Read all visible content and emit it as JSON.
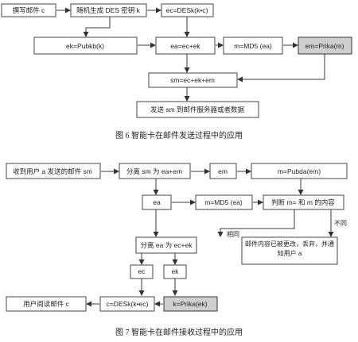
{
  "figure6": {
    "caption": "图 6   智能卡在邮件发送过程中的应用",
    "nodes": {
      "write_mail": "撰写邮件 c",
      "gen_key": "随机生成 DES 密钥 k",
      "ec": "ec=DESk(k•c)",
      "ek": "ek=Pubkb(k)",
      "ea": "ea=ec+ek",
      "m": "m=MD5 (ea)",
      "em": "em=Prika(m)",
      "sm": "sm=ec+ek+em",
      "send": "发送 sm 到邮件服务器或者数据"
    }
  },
  "figure7": {
    "caption": "图 7   智能卡在邮件接收过程中的应用",
    "nodes": {
      "receive": "收到用户 a 发送的邮件 sm",
      "split_sm": "分离 sm 为 ea+em",
      "em": "em",
      "m_pub": "m=Pubda(em)",
      "ea": "ea",
      "m_md5": "m=MD5 (ea)",
      "judge": "判断 m= 和 m 的内容",
      "split_ea": "分离 ea 为 ec+ek",
      "changed": "邮件内容已被更改，丢弃，并通知用户 a",
      "ec": "ec",
      "ek": "ek",
      "read": "用户阅读邮件 c",
      "c_des": "c=DESk(k•ec)",
      "k_pri": "k=Prika(ek)"
    },
    "edge_labels": {
      "same": "相同",
      "different": "不同"
    }
  }
}
